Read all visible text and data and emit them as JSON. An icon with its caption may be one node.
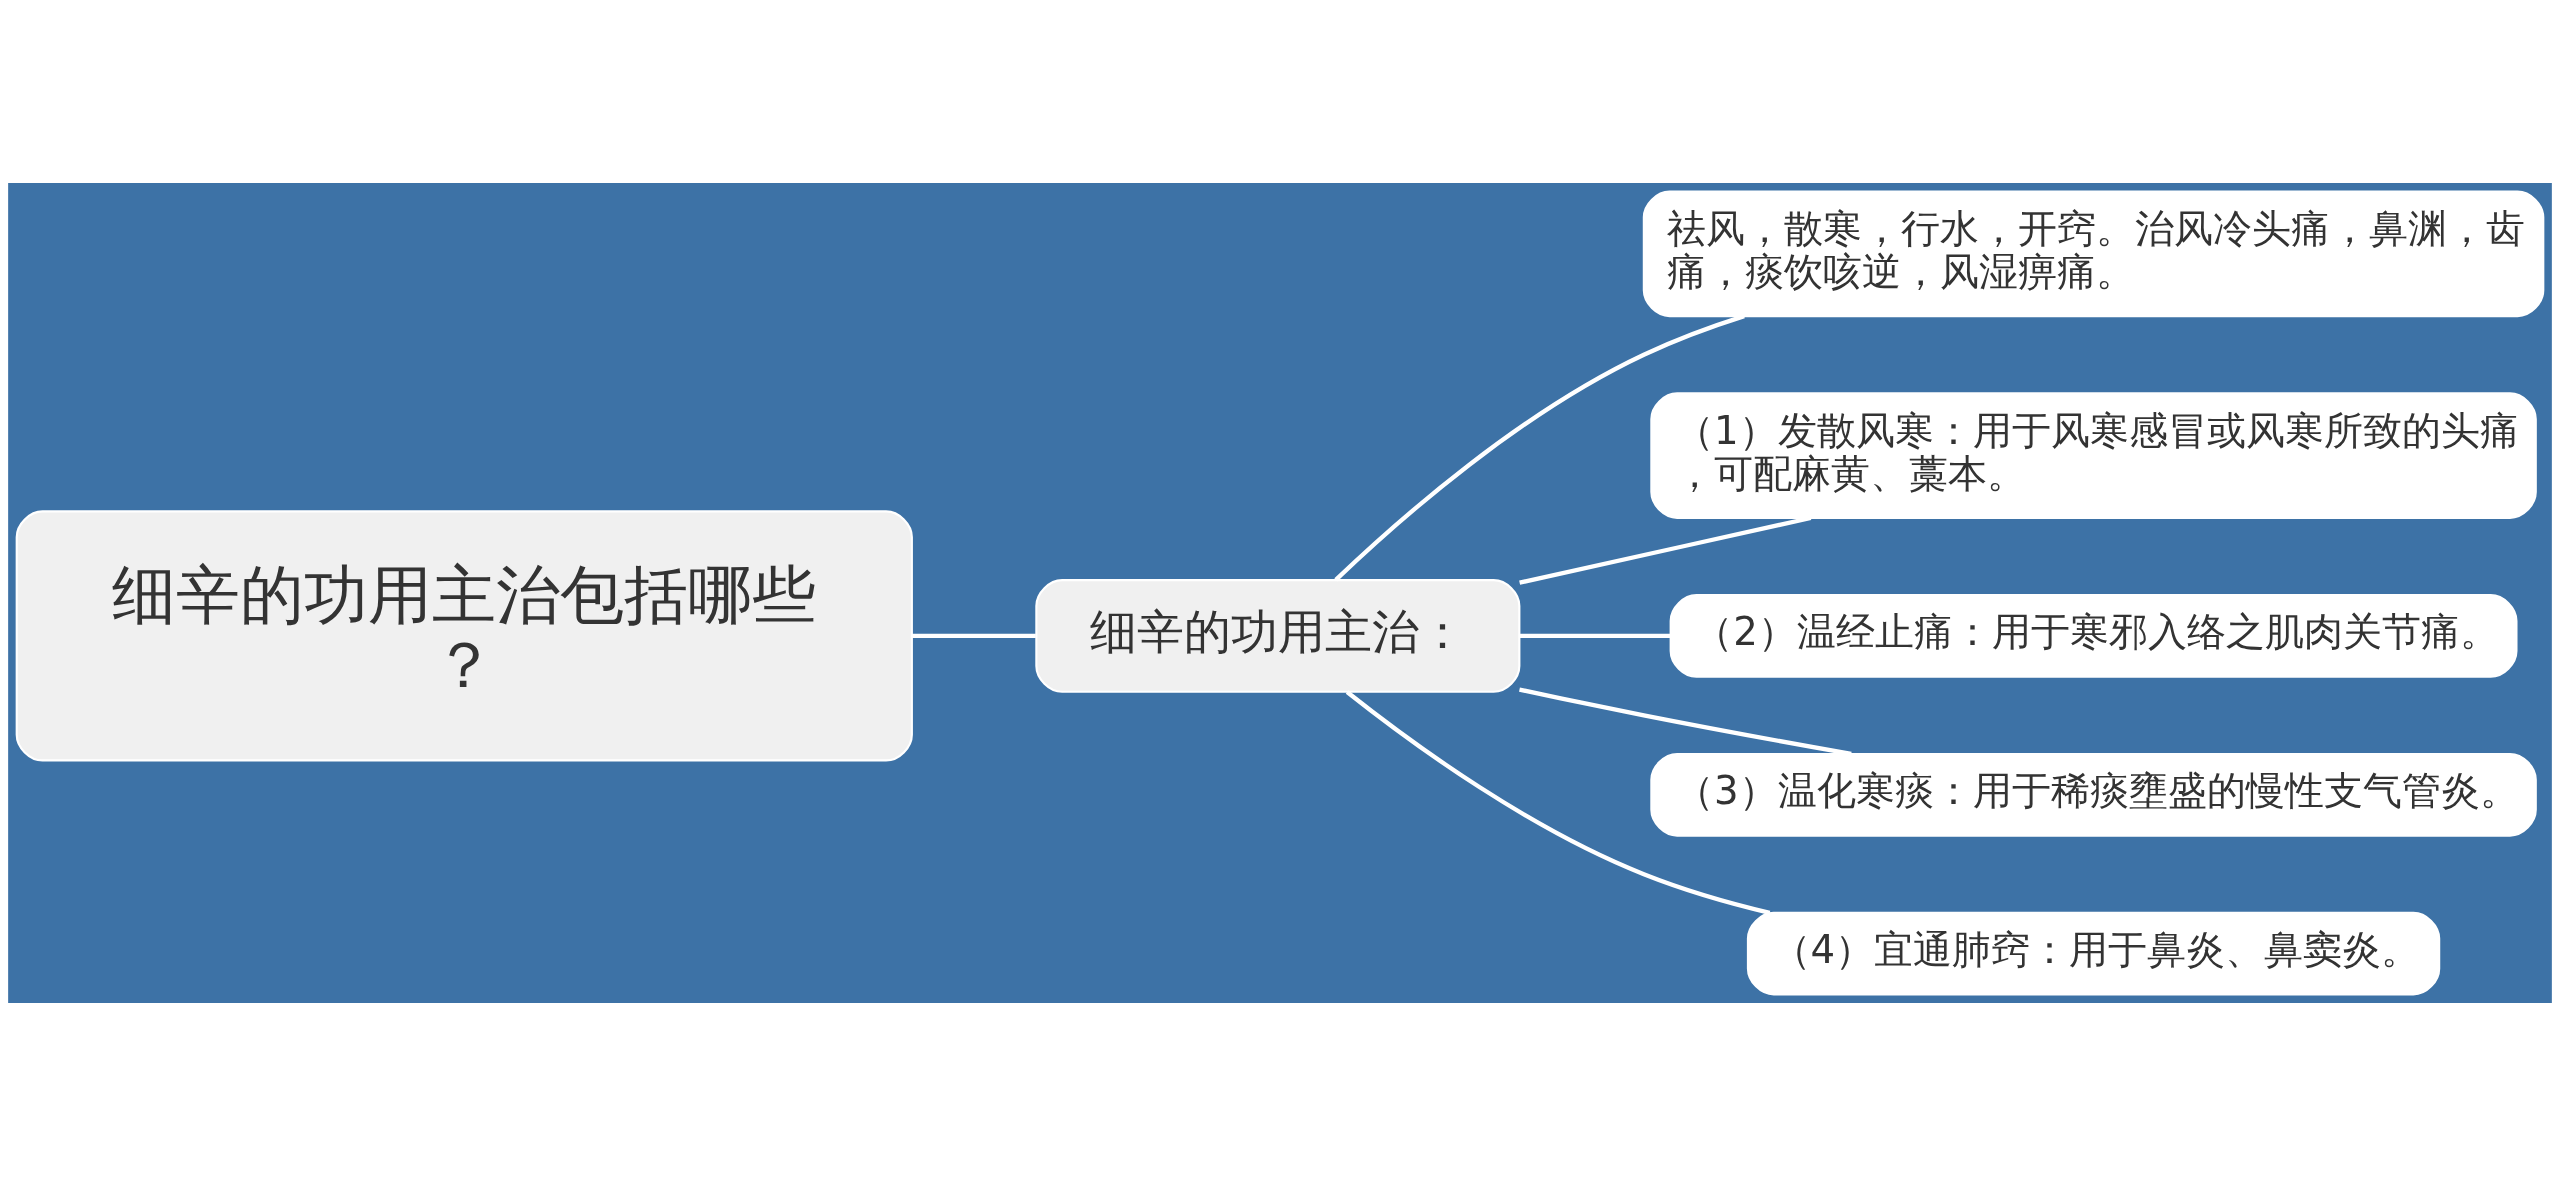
{
  "diagram": {
    "nodes": [
      {
        "text": [
          "细辛的功用主治包括哪些？"
        ]
      },
      {
        "text": [
          "细辛的功用主治："
        ]
      },
      {
        "text": [
          "祛风，散寒，行水，开窍。治风冷头痛，鼻渊，齿痛，痰饮咳逆，风湿痹痛。"
        ]
      },
      {
        "text": [
          "（1）发散风寒：用于风寒感冒或风寒所致的头痛，可配麻黄、藁本。"
        ]
      },
      {
        "text": [
          "（2）温经止痛：用于寒邪入络之肌肉关节痛。"
        ]
      },
      {
        "text": [
          "（3）温化寒痰：用于稀痰壅盛的慢性支气管炎。"
        ]
      },
      {
        "text": [
          "（4）宜通肺窍：用于鼻炎、鼻窦炎。"
        ]
      }
    ],
    "edges": [
      {
        "from": 0,
        "to": 1,
        "arrow": "none"
      },
      {
        "from": 1,
        "to": 2,
        "arrow": "none"
      },
      {
        "from": 1,
        "to": 3,
        "arrow": "none"
      },
      {
        "from": 1,
        "to": 4,
        "arrow": "none"
      },
      {
        "from": 1,
        "to": 5,
        "arrow": "none"
      },
      {
        "from": 1,
        "to": 6,
        "arrow": "none"
      }
    ]
  }
}
